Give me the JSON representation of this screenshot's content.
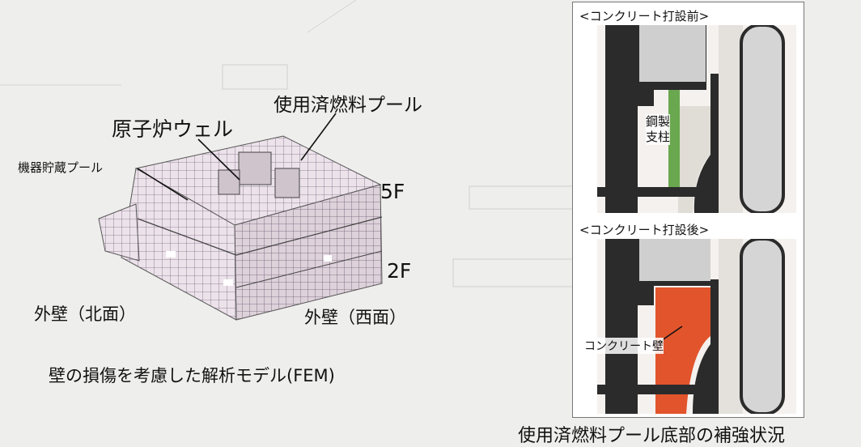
{
  "fem": {
    "callout_spent_fuel_pool": "使用済燃料プール",
    "callout_reactor_well": "原子炉ウェル",
    "callout_equipment_pool": "機器貯蔵プール",
    "floor_top": "5F",
    "floor_bottom": "2F",
    "wall_north": "外壁（北面）",
    "wall_west": "外壁（西面）",
    "caption": "壁の損傷を考慮した解析モデル(FEM)"
  },
  "reinforcement": {
    "before_label": "<コンクリート打設前>",
    "steel_column_label": "鋼製\n支柱",
    "after_label": "<コンクリート打設後>",
    "concrete_wall_label": "コンクリート壁",
    "caption": "使用済燃料プール底部の補強状況"
  },
  "colors": {
    "mesh_fill": "#ece2ea",
    "mesh_line": "#7a6a80",
    "steel_column": "#6aa84f",
    "concrete_wall": "#e2542c",
    "structure_dark": "#2b2b2b",
    "background": "#eeeeec"
  }
}
